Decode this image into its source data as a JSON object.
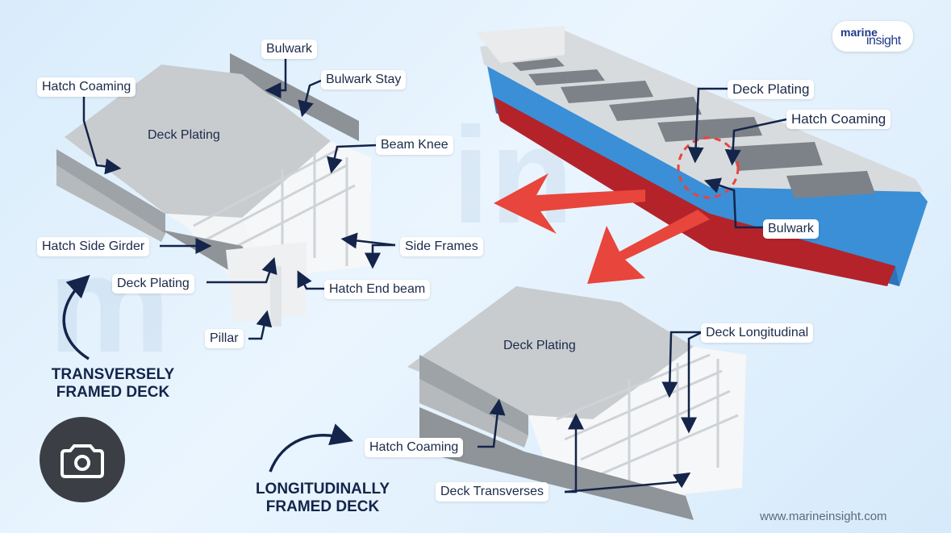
{
  "logo": {
    "line1": "marine",
    "line2": "insight"
  },
  "footer": "www.marineinsight.com",
  "headings": {
    "transverse": "TRANSVERSELY\nFRAMED DECK",
    "longitudinal": "LONGITUDINALLY\nFRAMED DECK"
  },
  "transverse_labels": {
    "bulwark": "Bulwark",
    "bulwark_stay": "Bulwark Stay",
    "hatch_coaming": "Hatch  Coaming",
    "deck_plating_top": "Deck Plating",
    "beam_knee": "Beam Knee",
    "hatch_side_girder": "Hatch Side Girder",
    "side_frames": "Side Frames",
    "deck_plating": "Deck Plating",
    "hatch_end_beam": "Hatch End beam",
    "pillar": "Pillar"
  },
  "ship_labels": {
    "deck_plating": "Deck Plating",
    "hatch_coaming": "Hatch Coaming",
    "bulwark": "Bulwark"
  },
  "longitudinal_labels": {
    "deck_plating": "Deck Plating",
    "deck_longitudinal": "Deck Longitudinal",
    "hatch_coaming": "Hatch Coaming",
    "deck_transverses": "Deck Transverses"
  },
  "colors": {
    "hull_blue": "#3a8fd6",
    "hull_red": "#b4232a",
    "arrow_red": "#e8453c",
    "navy": "#14244a"
  },
  "icons": [
    "google-lens-icon"
  ]
}
